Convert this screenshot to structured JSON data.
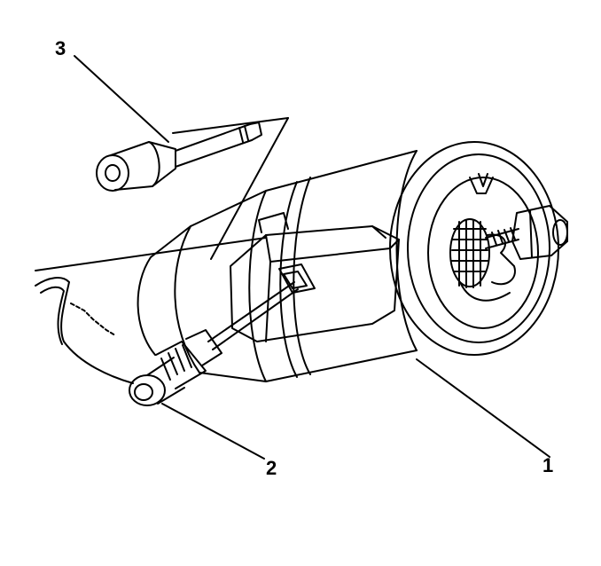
{
  "figure": {
    "callouts": [
      {
        "number": "1"
      },
      {
        "number": "2"
      },
      {
        "number": "3"
      }
    ],
    "colors": {
      "line": "#000000",
      "background": "#ffffff"
    },
    "parts": [
      "ignition-lock-cylinder-housing",
      "screwdriver-tool",
      "socket-bit-tool"
    ]
  }
}
